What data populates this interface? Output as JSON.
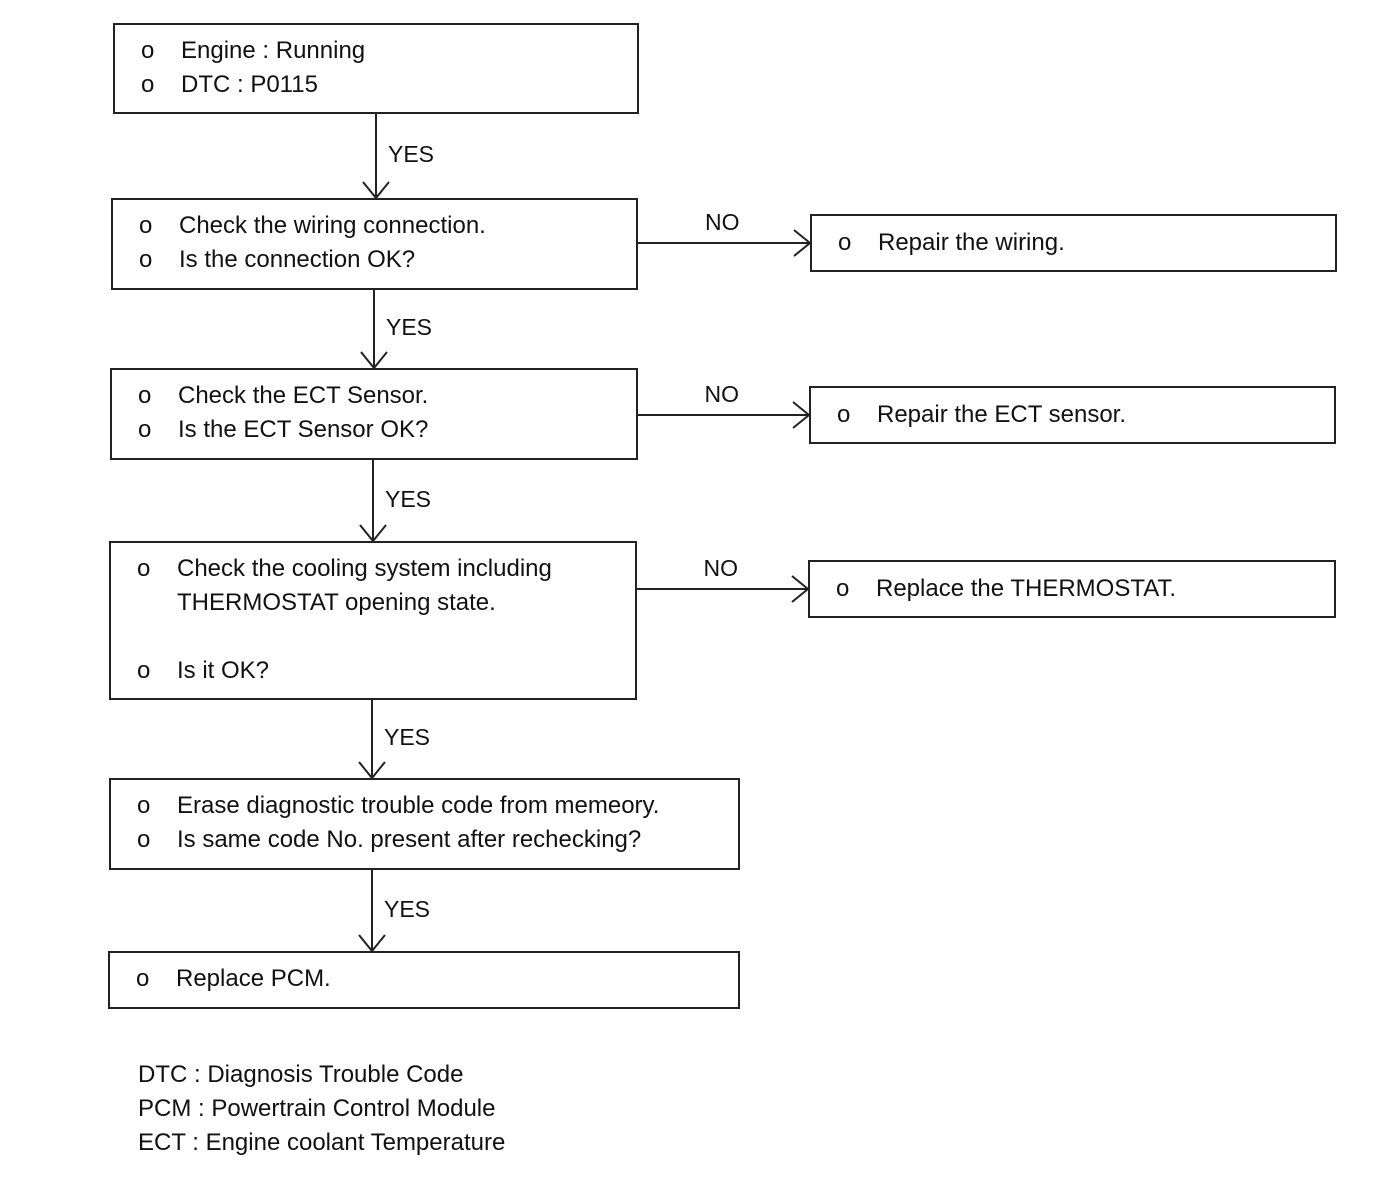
{
  "bullet_char": "o",
  "boxes": [
    {
      "id": "start",
      "lines": [
        "Engine : Running",
        "DTC : P0115"
      ]
    },
    {
      "id": "wiring",
      "lines": [
        "Check the wiring connection.",
        "Is the connection OK?"
      ]
    },
    {
      "id": "ect",
      "lines": [
        "Check the ECT Sensor.",
        "Is the ECT Sensor OK?"
      ]
    },
    {
      "id": "cooling",
      "lines": [
        "Check the cooling system including\nTHERMOSTAT opening state.",
        "Is it OK?"
      ]
    },
    {
      "id": "erase",
      "lines": [
        "Erase diagnostic trouble code from memeory.",
        "Is same code No. present after rechecking?"
      ]
    },
    {
      "id": "pcm",
      "lines": [
        "Replace PCM."
      ]
    },
    {
      "id": "repair-wiring",
      "lines": [
        "Repair the wiring."
      ]
    },
    {
      "id": "repair-ect",
      "lines": [
        "Repair the ECT sensor."
      ]
    },
    {
      "id": "replace-thermostat",
      "lines": [
        "Replace the THERMOSTAT."
      ]
    }
  ],
  "connectors": [
    {
      "from": "start",
      "to": "wiring",
      "label": "YES"
    },
    {
      "from": "wiring",
      "to": "ect",
      "label": "YES"
    },
    {
      "from": "ect",
      "to": "cooling",
      "label": "YES"
    },
    {
      "from": "cooling",
      "to": "erase",
      "label": "YES"
    },
    {
      "from": "erase",
      "to": "pcm",
      "label": "YES"
    },
    {
      "from": "wiring",
      "to": "repair-wiring",
      "label": "NO"
    },
    {
      "from": "ect",
      "to": "repair-ect",
      "label": "NO"
    },
    {
      "from": "cooling",
      "to": "replace-thermostat",
      "label": "NO"
    }
  ],
  "legend": [
    "DTC : Diagnosis Trouble Code",
    "PCM : Powertrain Control Module",
    "ECT : Engine coolant Temperature"
  ]
}
